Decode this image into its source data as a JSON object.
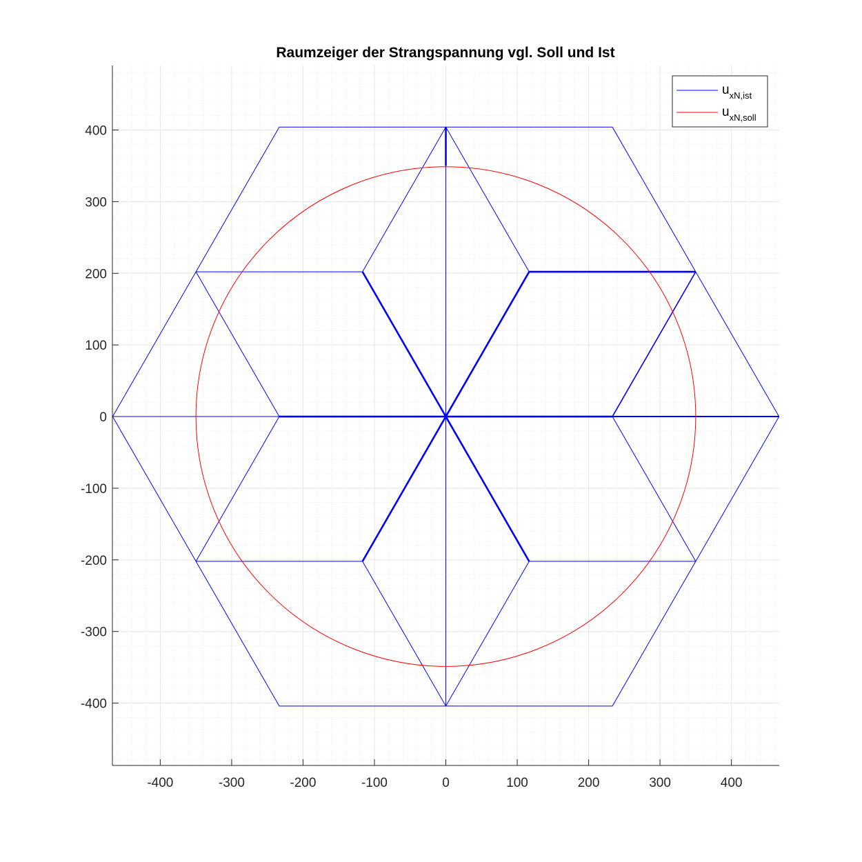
{
  "chart_data": {
    "type": "line",
    "title": "Raumzeiger der Strangspannung vgl. Soll und Ist",
    "xlabel": "",
    "ylabel": "",
    "xlim": [
      -467,
      467
    ],
    "ylim": [
      -487,
      490
    ],
    "aspect": "equal",
    "grid": "on",
    "minor_grid": "on",
    "legend_position": "top-right",
    "x_ticks": [
      -400,
      -300,
      -200,
      -100,
      0,
      100,
      200,
      300,
      400
    ],
    "y_ticks": [
      -400,
      -300,
      -200,
      -100,
      0,
      100,
      200,
      300,
      400
    ],
    "colors": {
      "ist": "#0000ff",
      "soll": "#ff0000",
      "grid": "#e6e6e6",
      "axis": "#262626"
    },
    "series": [
      {
        "name": "u",
        "subscript": "xN,ist",
        "color": "#0000ff",
        "kind": "space-vector-switching-hexagon",
        "outer_hexagon": [
          [
            466.7,
            0
          ],
          [
            233.3,
            404.1
          ],
          [
            -233.3,
            404.1
          ],
          [
            -466.7,
            0
          ],
          [
            -233.3,
            -404.1
          ],
          [
            233.3,
            -404.1
          ]
        ],
        "midpoints": [
          [
            350,
            202.1
          ],
          [
            0,
            404.1
          ],
          [
            -350,
            202.1
          ],
          [
            -350,
            -202.1
          ],
          [
            0,
            -404.1
          ],
          [
            350,
            -202.1
          ]
        ],
        "active_vectors": [
          [
            233.3,
            0
          ],
          [
            116.7,
            202.1
          ],
          [
            -116.7,
            202.1
          ],
          [
            -233.3,
            0
          ],
          [
            -116.7,
            -202.1
          ],
          [
            116.7,
            -202.1
          ]
        ]
      },
      {
        "name": "u",
        "subscript": "xN,soll",
        "color": "#ff0000",
        "kind": "circle",
        "center": [
          0,
          0
        ],
        "radius": 350
      }
    ]
  }
}
